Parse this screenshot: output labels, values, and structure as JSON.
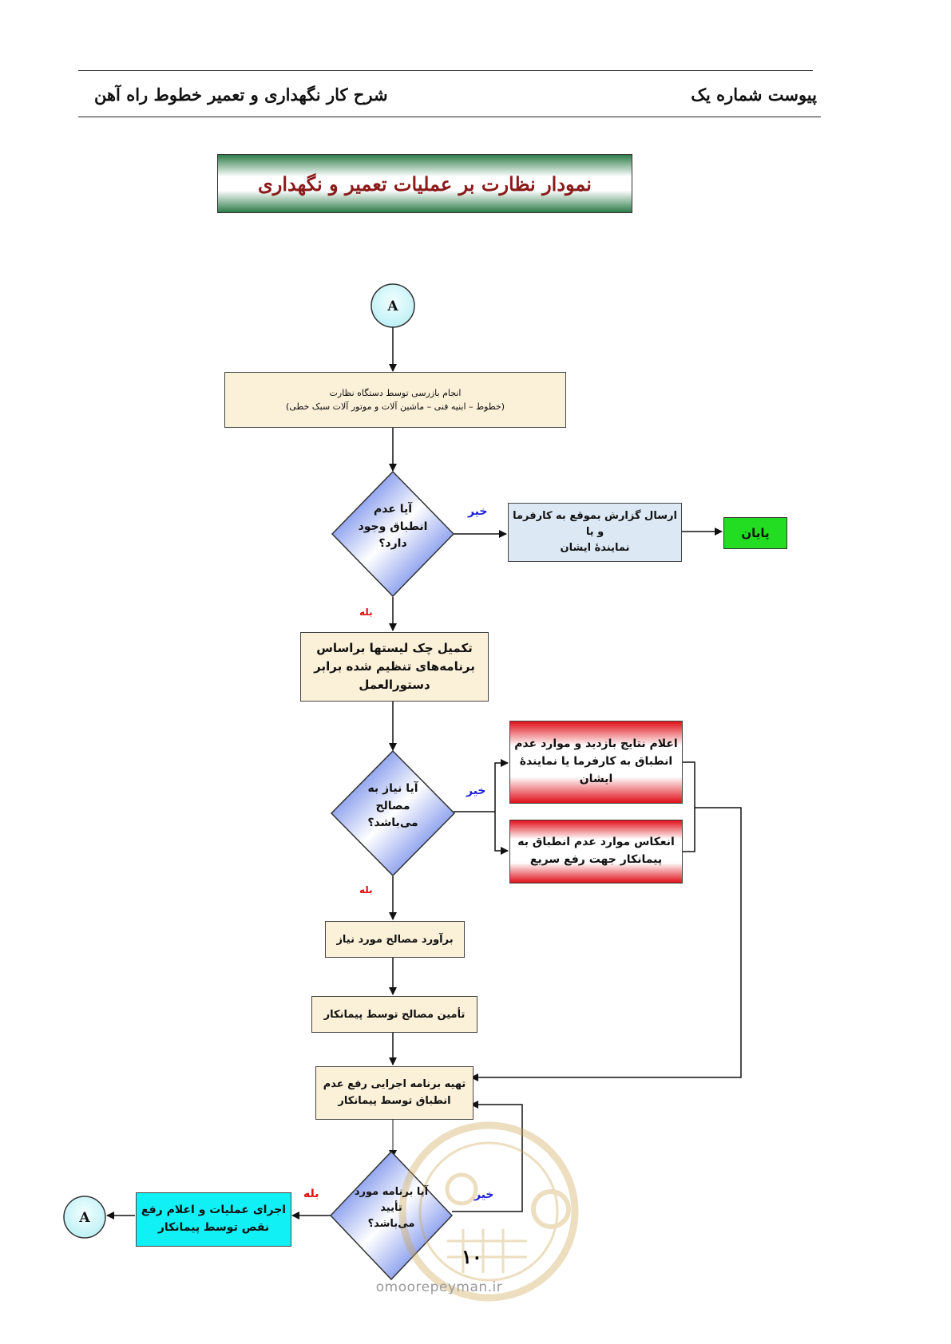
{
  "header": {
    "right": "پیوست شماره یک",
    "left": "شرح کار نگهداری و تعمیر خطوط راه آهن"
  },
  "title": "نمودار نظارت بر عملیات تعمیر و نگهداری",
  "nodes": {
    "connector_top": "A",
    "inspection": "انجام بازرسی توسط دستگاه نظارت\n(خطوط – ابنیه فنی –  ماشین آلات و موتور آلات سبک خطی)",
    "decision_nonconformity": "آیا عدم\nانطباق وجود\nدارد؟",
    "send_report": "ارسال گزارش بموقع به کارفرما و یا\nنمایندهٔ ایشان",
    "end": "پایان",
    "checklists": "تکمیل چک لیستها براساس\nبرنامه‌های تنظیم شده برابر\nدستورالعمل",
    "decision_materials": "آیا نیاز به\nمصالح\nمی‌باشد؟",
    "announce_results": "اعلام نتایج بازدید و موارد عدم\nانطباق به کارفرما یا نمایندهٔ\nایشان",
    "reflect_contractor": "انعکاس موارد عدم انطباق به\nپیمانکار جهت رفع سریع",
    "estimate_materials": "برآورد مصالح مورد نیاز",
    "supply_materials": "تأمین مصالح توسط پیمانکار",
    "prepare_program": "تهیه برنامه اجرایی رفع عدم\nانطباق توسط پیمانکار",
    "decision_approved": "آیا برنامه مورد\nتأیید\nمی‌باشد؟",
    "execute": "اجرای عملیات و اعلام رفع\nنقص توسط پیمانکار",
    "connector_bottom": "A"
  },
  "labels": {
    "no": "خیر",
    "yes": "بله"
  },
  "page_number": "۱۰",
  "watermark": "omoorepeyman.ir",
  "colors": {
    "title_text": "#8b1a1a",
    "diamond": "#3b5bdb",
    "end_box": "#22dd22",
    "execute_box": "#11f0f5",
    "no_label": "#1b1fd6",
    "yes_label": "#e01010"
  }
}
